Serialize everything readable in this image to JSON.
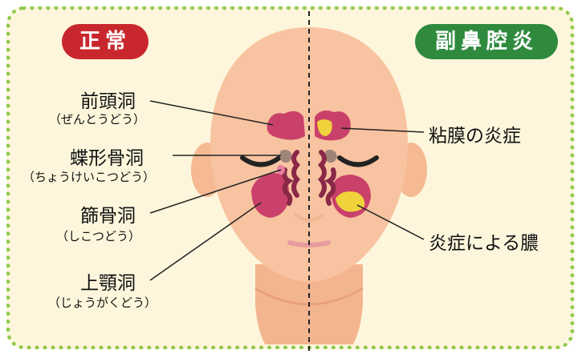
{
  "badges": {
    "normal": "正常",
    "sinusitis": "副鼻腔炎"
  },
  "left_labels": [
    {
      "name": "前頭洞",
      "reading": "（ぜんとうどう）"
    },
    {
      "name": "蝶形骨洞",
      "reading": "（ちょうけいこつどう）"
    },
    {
      "name": "篩骨洞",
      "reading": "（しこつどう）"
    },
    {
      "name": "上顎洞",
      "reading": "（じょうがくどう）"
    }
  ],
  "right_labels": [
    {
      "name": "粘膜の炎症"
    },
    {
      "name": "炎症による膿"
    }
  ],
  "colors": {
    "normal": "#c8282d",
    "sinusitis": "#2f8a3e",
    "border": "#8fca4a",
    "panel": "#fdf6dc",
    "skin": "#f8c3a0",
    "sinus": "#c9416a",
    "pus": "#f0d23c"
  }
}
